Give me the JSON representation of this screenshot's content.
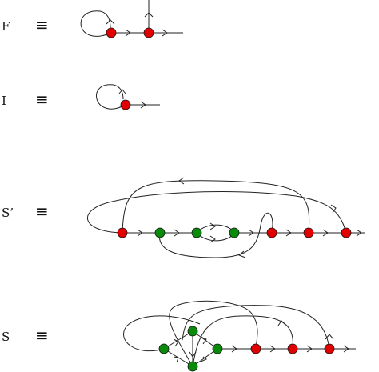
{
  "diagram": {
    "rows": [
      {
        "label": "F",
        "symbol": "≡"
      },
      {
        "label": "I",
        "symbol": "≡"
      },
      {
        "label": "S’",
        "symbol": "≡"
      },
      {
        "label": "S",
        "symbol": "≡"
      }
    ],
    "colors": {
      "red": "#e00000",
      "green": "#0a8a0a",
      "line": "#222222"
    }
  }
}
